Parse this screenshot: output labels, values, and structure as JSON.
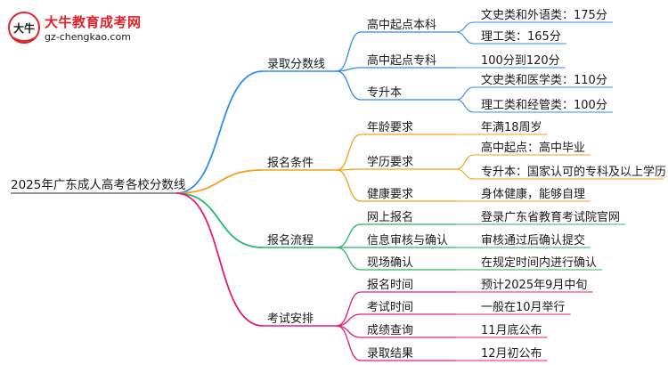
{
  "logo": {
    "badge_text": "大牛",
    "title": "大牛教育成考网",
    "url": "gz-chengkao.com"
  },
  "root": "2025年广东成人高考各校分数线",
  "branches": [
    {
      "id": "b1",
      "label": "录取分数线",
      "color": "#2f8cf0",
      "children": [
        {
          "label": "高中起点本科",
          "children": [
            "文史类和外语类：175分",
            "理工类：165分"
          ]
        },
        {
          "label": "高中起点专科",
          "children": [
            "100分到120分"
          ]
        },
        {
          "label": "专升本",
          "children": [
            "文史类和医学类：110分",
            "理工类和经管类：100分"
          ]
        }
      ]
    },
    {
      "id": "b2",
      "label": "报名条件",
      "color": "#f2a019",
      "children": [
        {
          "label": "年龄要求",
          "children": [
            "年满18周岁"
          ]
        },
        {
          "label": "学历要求",
          "children": [
            "高中起点：高中毕业",
            "专升本：国家认可的专科及以上学历"
          ]
        },
        {
          "label": "健康要求",
          "children": [
            "身体健康，能够自理"
          ]
        }
      ]
    },
    {
      "id": "b3",
      "label": "报名流程",
      "color": "#27b56b",
      "children": [
        {
          "label": "网上报名",
          "children": [
            "登录广东省教育考试院官网"
          ]
        },
        {
          "label": "信息审核与确认",
          "children": [
            "审核通过后确认提交"
          ]
        },
        {
          "label": "现场确认",
          "children": [
            "在规定时间内进行确认"
          ]
        }
      ]
    },
    {
      "id": "b4",
      "label": "考试安排",
      "color": "#e8197a",
      "children": [
        {
          "label": "报名时间",
          "children": [
            "预计2025年9月中旬"
          ]
        },
        {
          "label": "考试时间",
          "children": [
            "一般在10月举行"
          ]
        },
        {
          "label": "成绩查询",
          "children": [
            "11月底公布"
          ]
        },
        {
          "label": "录取结果",
          "children": [
            "12月初公布"
          ]
        }
      ]
    }
  ]
}
